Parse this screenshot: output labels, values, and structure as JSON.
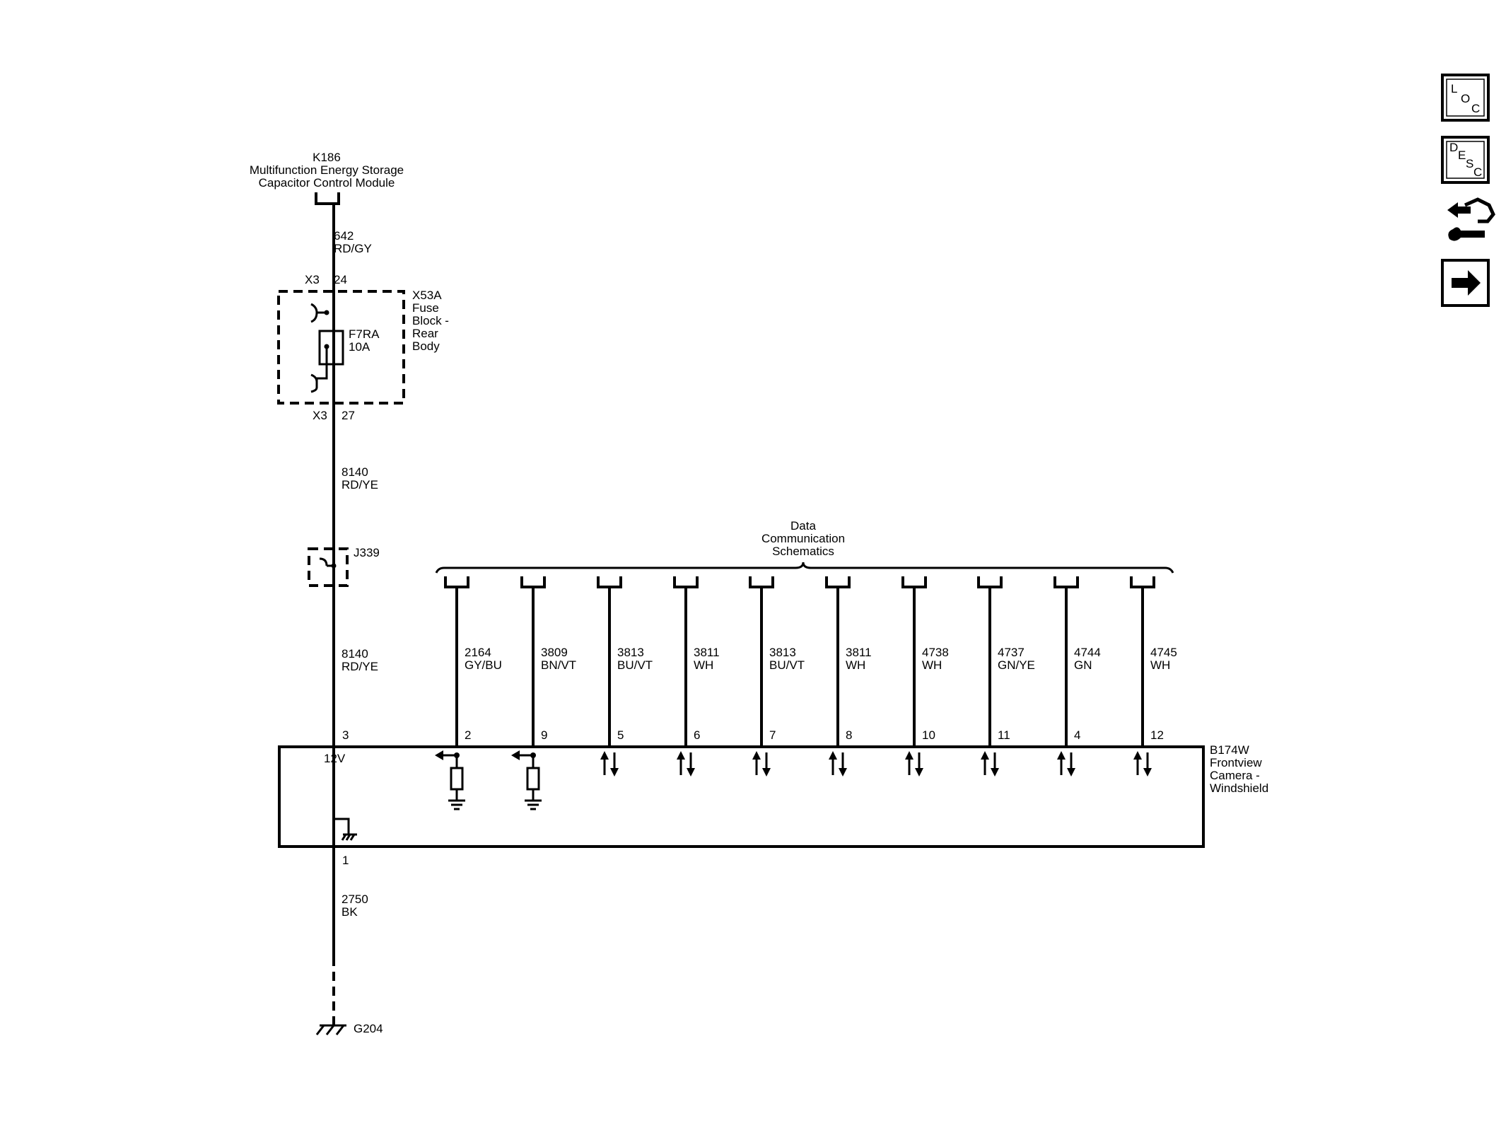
{
  "source_module": {
    "id": "K186",
    "line1": "Multifunction Energy Storage",
    "line2": "Capacitor Control Module"
  },
  "wire_top": {
    "circuit": "642",
    "color": "RD/GY"
  },
  "fuse_block": {
    "connector_top": "X3",
    "pin_top": "24",
    "connector_bottom": "X3",
    "pin_bottom": "27",
    "name": [
      "X53A",
      "Fuse",
      "Block -",
      "Rear",
      "Body"
    ],
    "fuse_id": "F7RA",
    "fuse_rating": "10A"
  },
  "wire_mid": {
    "circuit": "8140",
    "color": "RD/YE"
  },
  "splice": {
    "id": "J339"
  },
  "wire_low": {
    "circuit": "8140",
    "color": "RD/YE"
  },
  "data_comm": {
    "line1": "Data",
    "line2": "Communication",
    "line3": "Schematics"
  },
  "data_wires": [
    {
      "circuit": "2164",
      "color": "GY/BU",
      "pin": "2",
      "type": "out"
    },
    {
      "circuit": "3809",
      "color": "BN/VT",
      "pin": "9",
      "type": "out"
    },
    {
      "circuit": "3813",
      "color": "BU/VT",
      "pin": "5",
      "type": "bi"
    },
    {
      "circuit": "3811",
      "color": "WH",
      "pin": "6",
      "type": "bi"
    },
    {
      "circuit": "3813",
      "color": "BU/VT",
      "pin": "7",
      "type": "bi"
    },
    {
      "circuit": "3811",
      "color": "WH",
      "pin": "8",
      "type": "bi"
    },
    {
      "circuit": "4738",
      "color": "WH",
      "pin": "10",
      "type": "bi"
    },
    {
      "circuit": "4737",
      "color": "GN/YE",
      "pin": "11",
      "type": "bi"
    },
    {
      "circuit": "4744",
      "color": "GN",
      "pin": "4",
      "type": "bi"
    },
    {
      "circuit": "4745",
      "color": "WH",
      "pin": "12",
      "type": "bi"
    }
  ],
  "camera": {
    "power_pin": "3",
    "power_label": "12V",
    "ground_pin": "1",
    "name": [
      "B174W",
      "Frontview",
      "Camera -",
      "Windshield"
    ]
  },
  "ground_wire": {
    "circuit": "2750",
    "color": "BK"
  },
  "ground": {
    "id": "G204"
  },
  "nav": {
    "loc": [
      "L",
      "O",
      "C"
    ],
    "desc": [
      "D",
      "E",
      "S",
      "C"
    ],
    "diag_icon": "connector-wrench-icon",
    "next_icon": "arrow-right-icon"
  }
}
